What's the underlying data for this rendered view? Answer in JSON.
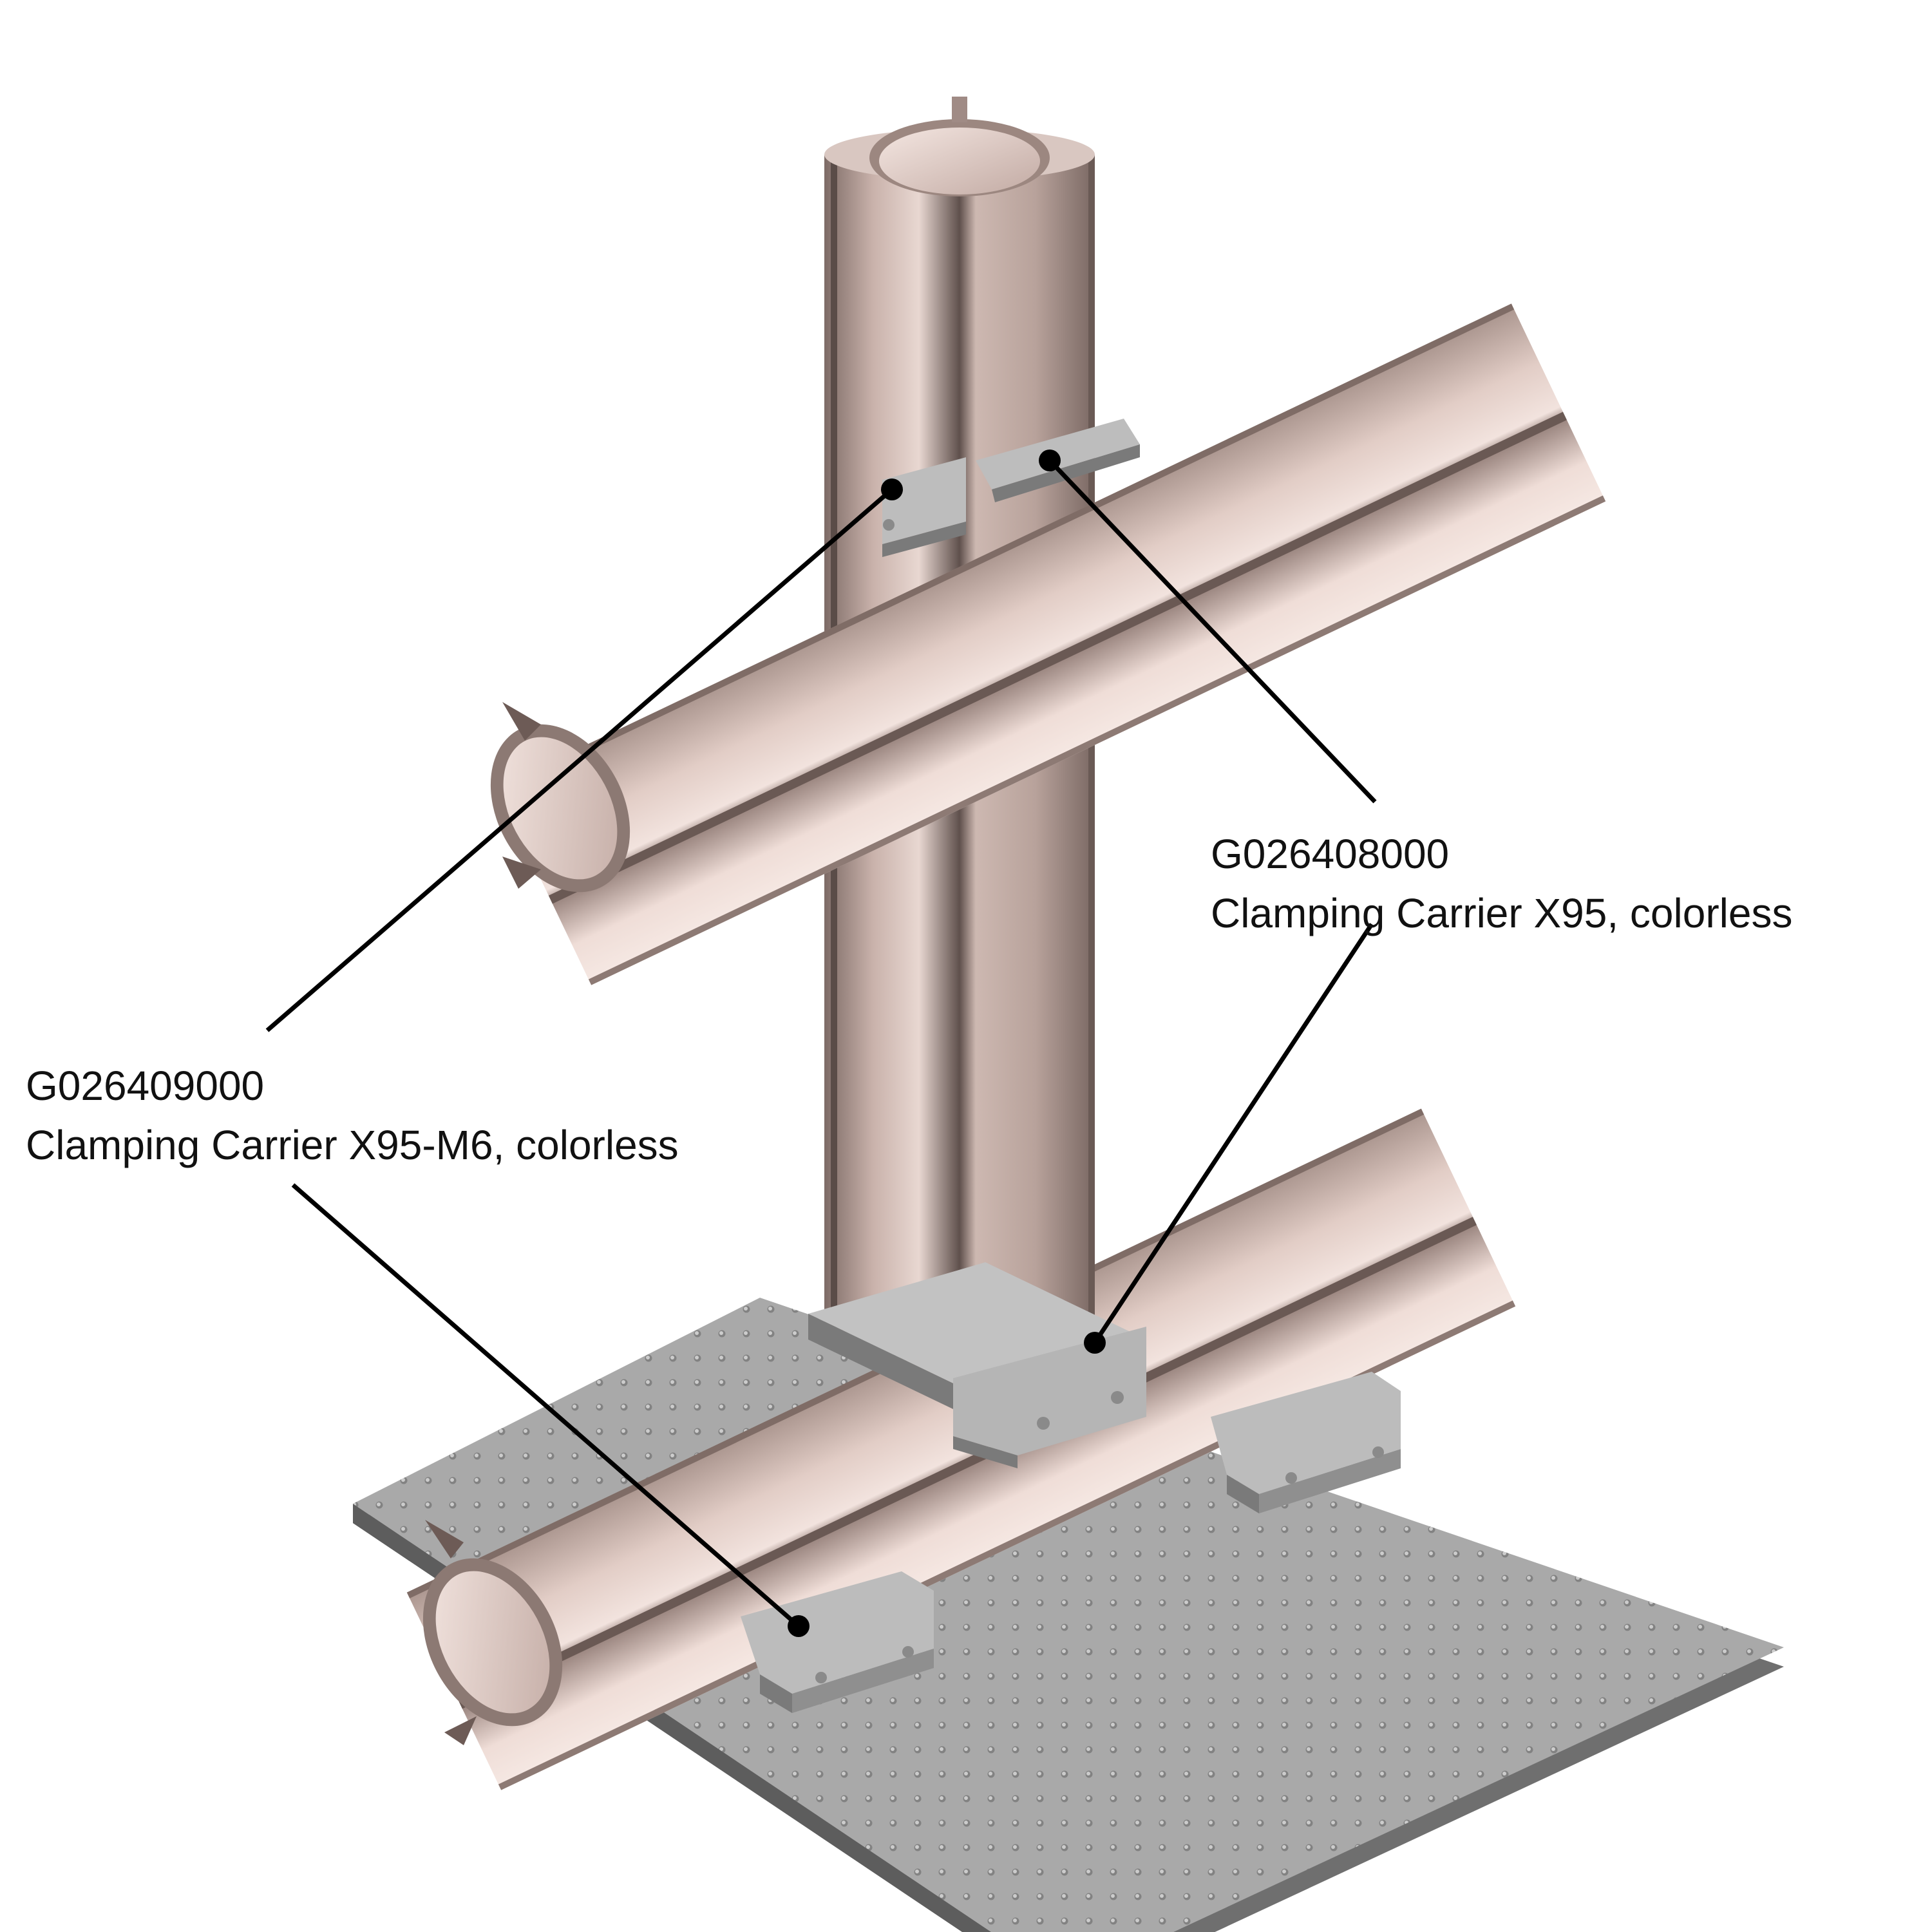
{
  "colors": {
    "tube_light": "#f3e4df",
    "tube_mid": "#ddc6bf",
    "tube_dark": "#8a7670",
    "tube_shadow": "#5a4c48",
    "plate": "#a9a9a9",
    "plate_side": "#6f6f6f",
    "clamp": "#bdbdbd",
    "clamp_dark": "#7a7a7a",
    "leader": "#000000"
  },
  "callouts": {
    "x95": {
      "part_number": "G026408000",
      "description": "Clamping Carrier X95, colorless"
    },
    "x95_m6": {
      "part_number": "G026409000",
      "description": "Clamping Carrier X95-M6, colorless"
    }
  }
}
